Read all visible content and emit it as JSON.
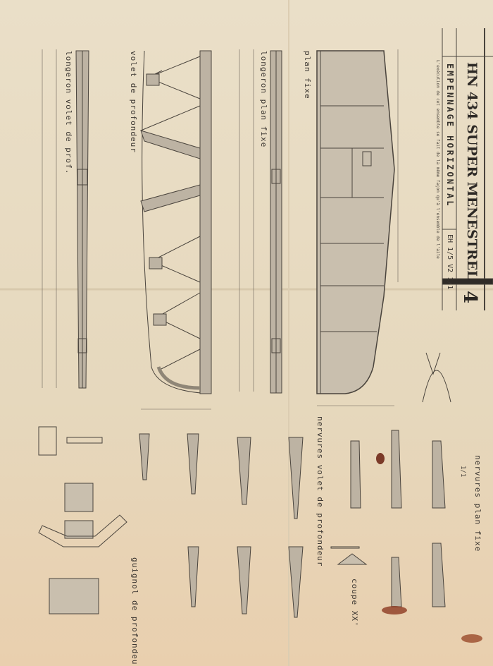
{
  "title_block": {
    "title": "HN 434 SUPER MENESTREL",
    "subtitle": "EMPENNAGE HORIZONTAL",
    "reference": "EH 1/5 V2 1/1",
    "sheet_number": "4",
    "notes": "L'exécution de cet ensemble se fait de la même façon qu'à l'ensemble de l'aile"
  },
  "views": {
    "plan_fixe": "plan fixe",
    "longeron_plan_fixe": "longeron plan fixe",
    "volet": "volet de profondeur",
    "longeron_volet": "longeron volet de prof.",
    "nervures_plan_fixe": "nervures plan fixe",
    "nervures_plan_fixe_scale": "1/1",
    "nervures_volet": "nervures volet de profondeur",
    "guignol": "guignol de profondeur",
    "coupe": "coupe XX'"
  },
  "colors": {
    "paper": "#e8dcc4",
    "ink": "#3a3530",
    "hatch": "#b5ab9c"
  }
}
